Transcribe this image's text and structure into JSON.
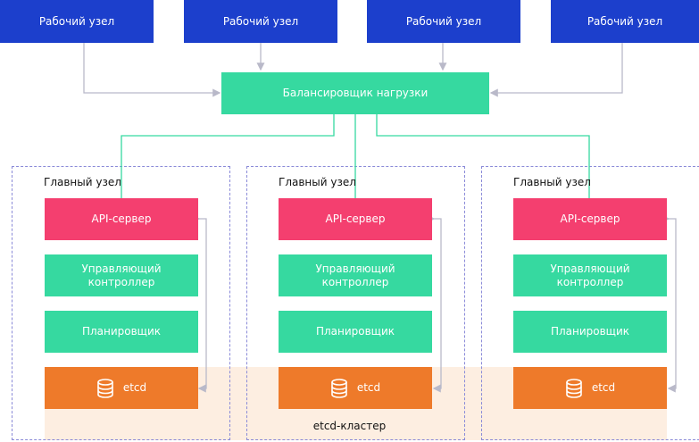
{
  "workers": [
    {
      "label": "Рабочий узел"
    },
    {
      "label": "Рабочий узел"
    },
    {
      "label": "Рабочий узел"
    },
    {
      "label": "Рабочий узел"
    }
  ],
  "load_balancer": {
    "label": "Балансировщик нагрузки"
  },
  "masters": [
    {
      "title": "Главный узел",
      "api": "API-сервер",
      "controller": "Управляющий контроллер",
      "scheduler": "Планировщик",
      "etcd": "etcd"
    },
    {
      "title": "Главный узел",
      "api": "API-сервер",
      "controller": "Управляющий контроллер",
      "scheduler": "Планировщик",
      "etcd": "etcd"
    },
    {
      "title": "Главный узел",
      "api": "API-сервер",
      "controller": "Управляющий контроллер",
      "scheduler": "Планировщик",
      "etcd": "etcd"
    }
  ],
  "etcd_cluster": {
    "label": "etcd-кластер"
  },
  "colors": {
    "worker": "#1c3fcc",
    "balancer": "#36d9a0",
    "api": "#f43f6f",
    "component": "#36d9a0",
    "etcd": "#ee7a2a",
    "cluster_band": "#fdeee1",
    "connector_gray": "#b9b9c9",
    "connector_green": "#36d9a0"
  }
}
